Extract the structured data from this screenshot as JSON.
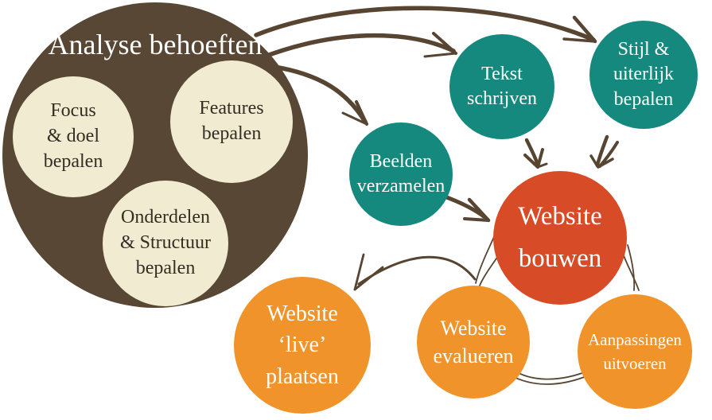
{
  "diagram": {
    "title": "Analyse behoeften",
    "colors": {
      "background": "#ffffff",
      "brown": "#574734",
      "cream": "#f1ecd1",
      "teal": "#16897e",
      "red": "#d74b27",
      "orange": "#f0932a",
      "arrow": "#574532",
      "dark_text": "#332d23",
      "light_text": "#ffffff"
    },
    "nodes": {
      "analyse": {
        "label": "Analyse behoeften"
      },
      "focus": {
        "text": "Focus\n& doel\nbepalen"
      },
      "features": {
        "text": "Features\nbepalen"
      },
      "onderdelen": {
        "text": "Onderdelen\n& Structuur\nbepalen"
      },
      "tekst": {
        "text": "Tekst\nschrijven"
      },
      "stijl": {
        "text": "Stijl &\nuiterlijk\nbepalen"
      },
      "beelden": {
        "text": "Beelden\nverzamelen"
      },
      "bouwen": {
        "text": "Website\nbouwen"
      },
      "live": {
        "text": "Website\n‘live’\nplaatsen"
      },
      "evalueren": {
        "text": "Website\nevalueren"
      },
      "aanpassingen": {
        "text": "Aanpassingen\nuitvoeren"
      }
    }
  }
}
